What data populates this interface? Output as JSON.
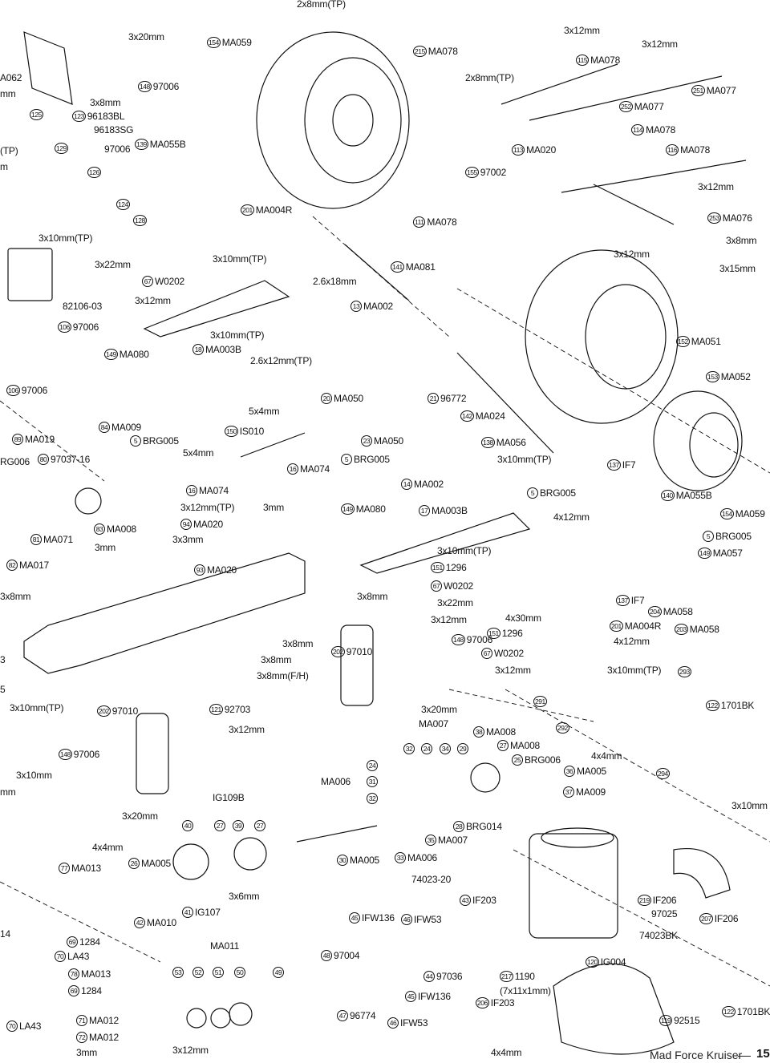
{
  "labels": [
    {
      "t": "2x8mm(TP)"
    },
    {
      "t": "3x20mm"
    },
    {
      "n": "154",
      "t": "MA059"
    },
    {
      "n": "215",
      "t": "MA078"
    },
    {
      "t": "3x12mm"
    },
    {
      "t": "3x12mm"
    },
    {
      "n": "115",
      "t": "MA078"
    },
    {
      "t": "A062"
    },
    {
      "t": "mm"
    },
    {
      "n": "148",
      "t": "97006"
    },
    {
      "t": "2x8mm(TP)"
    },
    {
      "n": "251",
      "t": "MA077"
    },
    {
      "t": "3x8mm"
    },
    {
      "n": "125"
    },
    {
      "n": "123",
      "t": "96183BL"
    },
    {
      "t": "96183SG"
    },
    {
      "n": "252",
      "t": "MA077"
    },
    {
      "n": "114",
      "t": "MA078"
    },
    {
      "t": "(TP)"
    },
    {
      "n": "129"
    },
    {
      "t": "97006"
    },
    {
      "n": "139",
      "t": "MA055B"
    },
    {
      "n": "113",
      "t": "MA020"
    },
    {
      "n": "116",
      "t": "MA078"
    },
    {
      "t": "m"
    },
    {
      "n": "126"
    },
    {
      "n": "155",
      "t": "97002"
    },
    {
      "t": "3x12mm"
    },
    {
      "n": "124"
    },
    {
      "n": "201",
      "t": "MA004R"
    },
    {
      "n": "253",
      "t": "MA076"
    },
    {
      "n": "128"
    },
    {
      "n": "111",
      "t": "MA078"
    },
    {
      "t": "3x10mm(TP)"
    },
    {
      "t": "3x8mm"
    },
    {
      "t": "3x22mm"
    },
    {
      "t": "3x10mm(TP)"
    },
    {
      "n": "141",
      "t": "MA081"
    },
    {
      "t": "3x12mm"
    },
    {
      "t": "3x15mm"
    },
    {
      "n": "67",
      "t": "W0202"
    },
    {
      "t": "2.6x18mm"
    },
    {
      "t": "82106-03"
    },
    {
      "t": "3x12mm"
    },
    {
      "n": "13",
      "t": "MA002"
    },
    {
      "n": "106",
      "t": "97006"
    },
    {
      "t": "3x10mm(TP)"
    },
    {
      "n": "18",
      "t": "MA003B"
    },
    {
      "n": "152",
      "t": "MA051"
    },
    {
      "n": "149",
      "t": "MA080"
    },
    {
      "t": "2.6x12mm(TP)"
    },
    {
      "n": "153",
      "t": "MA052"
    },
    {
      "n": "106",
      "t": "97006"
    },
    {
      "n": "20",
      "t": "MA050"
    },
    {
      "n": "21",
      "t": "96772"
    },
    {
      "t": "5x4mm"
    },
    {
      "n": "142",
      "t": "MA024"
    },
    {
      "n": "84",
      "t": "MA009"
    },
    {
      "n": "150",
      "t": "IS010"
    },
    {
      "n": "89",
      "t": "MA019"
    },
    {
      "n": "5",
      "t": "BRG005"
    },
    {
      "n": "23",
      "t": "MA050"
    },
    {
      "n": "138",
      "t": "MA056"
    },
    {
      "t": "5x4mm"
    },
    {
      "t": "RG006"
    },
    {
      "n": "80",
      "t": "97037-16"
    },
    {
      "n": "16",
      "t": "MA074"
    },
    {
      "n": "5",
      "t": "BRG005"
    },
    {
      "t": "3x10mm(TP)"
    },
    {
      "n": "137",
      "t": "IF7"
    },
    {
      "n": "14",
      "t": "MA002"
    },
    {
      "n": "16",
      "t": "MA074"
    },
    {
      "n": "5",
      "t": "BRG005"
    },
    {
      "n": "140",
      "t": "MA055B"
    },
    {
      "t": "3x12mm(TP)"
    },
    {
      "t": "3mm"
    },
    {
      "n": "149",
      "t": "MA080"
    },
    {
      "n": "17",
      "t": "MA003B"
    },
    {
      "t": "4x12mm"
    },
    {
      "n": "154",
      "t": "MA059"
    },
    {
      "n": "94",
      "t": "MA020"
    },
    {
      "n": "83",
      "t": "MA008"
    },
    {
      "n": "81",
      "t": "MA071"
    },
    {
      "t": "3x3mm"
    },
    {
      "n": "5",
      "t": "BRG005"
    },
    {
      "t": "3mm"
    },
    {
      "t": "3x10mm(TP)"
    },
    {
      "n": "149",
      "t": "MA057"
    },
    {
      "n": "82",
      "t": "MA017"
    },
    {
      "n": "93",
      "t": "MA020"
    },
    {
      "n": "151",
      "t": "1296"
    },
    {
      "n": "67",
      "t": "W0202"
    },
    {
      "t": "3x8mm"
    },
    {
      "t": "3x8mm"
    },
    {
      "n": "137",
      "t": "IF7"
    },
    {
      "t": "3x22mm"
    },
    {
      "n": "204",
      "t": "MA058"
    },
    {
      "t": "3x12mm"
    },
    {
      "t": "4x30mm"
    },
    {
      "n": "201",
      "t": "MA004R"
    },
    {
      "n": "203",
      "t": "MA058"
    },
    {
      "n": "151",
      "t": "1296"
    },
    {
      "n": "148",
      "t": "97006"
    },
    {
      "t": "4x12mm"
    },
    {
      "t": "3x8mm"
    },
    {
      "n": "202",
      "t": "97010"
    },
    {
      "n": "67",
      "t": "W0202"
    },
    {
      "t": "3x8mm"
    },
    {
      "t": "3"
    },
    {
      "t": "3x12mm"
    },
    {
      "t": "3x10mm(TP)"
    },
    {
      "n": "293"
    },
    {
      "t": "3x8mm(F/H)"
    },
    {
      "t": "5"
    },
    {
      "n": "291"
    },
    {
      "n": "122",
      "t": "1701BK"
    },
    {
      "t": "3x10mm(TP)"
    },
    {
      "n": "202",
      "t": "97010"
    },
    {
      "n": "121",
      "t": "92703"
    },
    {
      "t": "3x20mm"
    },
    {
      "t": "MA007"
    },
    {
      "n": "292"
    },
    {
      "t": "3x12mm"
    },
    {
      "n": "38",
      "t": "MA008"
    },
    {
      "n": "27",
      "t": "MA008"
    },
    {
      "n": "32"
    },
    {
      "n": "24"
    },
    {
      "n": "34"
    },
    {
      "n": "29"
    },
    {
      "t": "4x4mm"
    },
    {
      "n": "148",
      "t": "97006"
    },
    {
      "n": "25",
      "t": "BRG006"
    },
    {
      "n": "24"
    },
    {
      "n": "36",
      "t": "MA005"
    },
    {
      "t": "3x10mm"
    },
    {
      "n": "294"
    },
    {
      "t": "MA006"
    },
    {
      "n": "31"
    },
    {
      "n": "37",
      "t": "MA009"
    },
    {
      "t": "mm"
    },
    {
      "n": "32"
    },
    {
      "t": "IG109B"
    },
    {
      "t": "3x10mm"
    },
    {
      "t": "3x20mm"
    },
    {
      "n": "40"
    },
    {
      "n": "27"
    },
    {
      "n": "39"
    },
    {
      "n": "27"
    },
    {
      "n": "28",
      "t": "BRG014"
    },
    {
      "n": "35",
      "t": "MA007"
    },
    {
      "t": "4x4mm"
    },
    {
      "n": "30",
      "t": "MA005"
    },
    {
      "n": "33",
      "t": "MA006"
    },
    {
      "n": "26",
      "t": "MA005"
    },
    {
      "n": "77",
      "t": "MA013"
    },
    {
      "t": "74023-20"
    },
    {
      "t": "3x6mm"
    },
    {
      "n": "43",
      "t": "IF203"
    },
    {
      "n": "219",
      "t": "IF206"
    },
    {
      "t": "97025"
    },
    {
      "n": "41",
      "t": "IG107"
    },
    {
      "n": "45",
      "t": "IFW136"
    },
    {
      "n": "46",
      "t": "IFW53"
    },
    {
      "n": "207",
      "t": "IF206"
    },
    {
      "n": "42",
      "t": "MA010"
    },
    {
      "t": "14"
    },
    {
      "t": "74023BK"
    },
    {
      "n": "69",
      "t": "1284"
    },
    {
      "t": "MA011"
    },
    {
      "n": "70",
      "t": "LA43"
    },
    {
      "n": "48",
      "t": "97004"
    },
    {
      "n": "120",
      "t": "IG004"
    },
    {
      "n": "53"
    },
    {
      "n": "52"
    },
    {
      "n": "51"
    },
    {
      "n": "50"
    },
    {
      "n": "49"
    },
    {
      "n": "78",
      "t": "MA013"
    },
    {
      "n": "44",
      "t": "97036"
    },
    {
      "n": "217",
      "t": "1190"
    },
    {
      "t": "(7x11x1mm)"
    },
    {
      "n": "69",
      "t": "1284"
    },
    {
      "n": "45",
      "t": "IFW136"
    },
    {
      "n": "206",
      "t": "IF203"
    },
    {
      "n": "47",
      "t": "96774"
    },
    {
      "n": "71",
      "t": "MA012"
    },
    {
      "n": "46",
      "t": "IFW53"
    },
    {
      "n": "70",
      "t": "LA43"
    },
    {
      "n": "119",
      "t": "92515"
    },
    {
      "n": "122",
      "t": "1701BK"
    },
    {
      "n": "72",
      "t": "MA012"
    },
    {
      "t": "3mm"
    },
    {
      "t": "3x12mm"
    },
    {
      "t": "4x4mm"
    }
  ],
  "footer": {
    "title": "Mad Force Kruiser",
    "page": "15"
  }
}
